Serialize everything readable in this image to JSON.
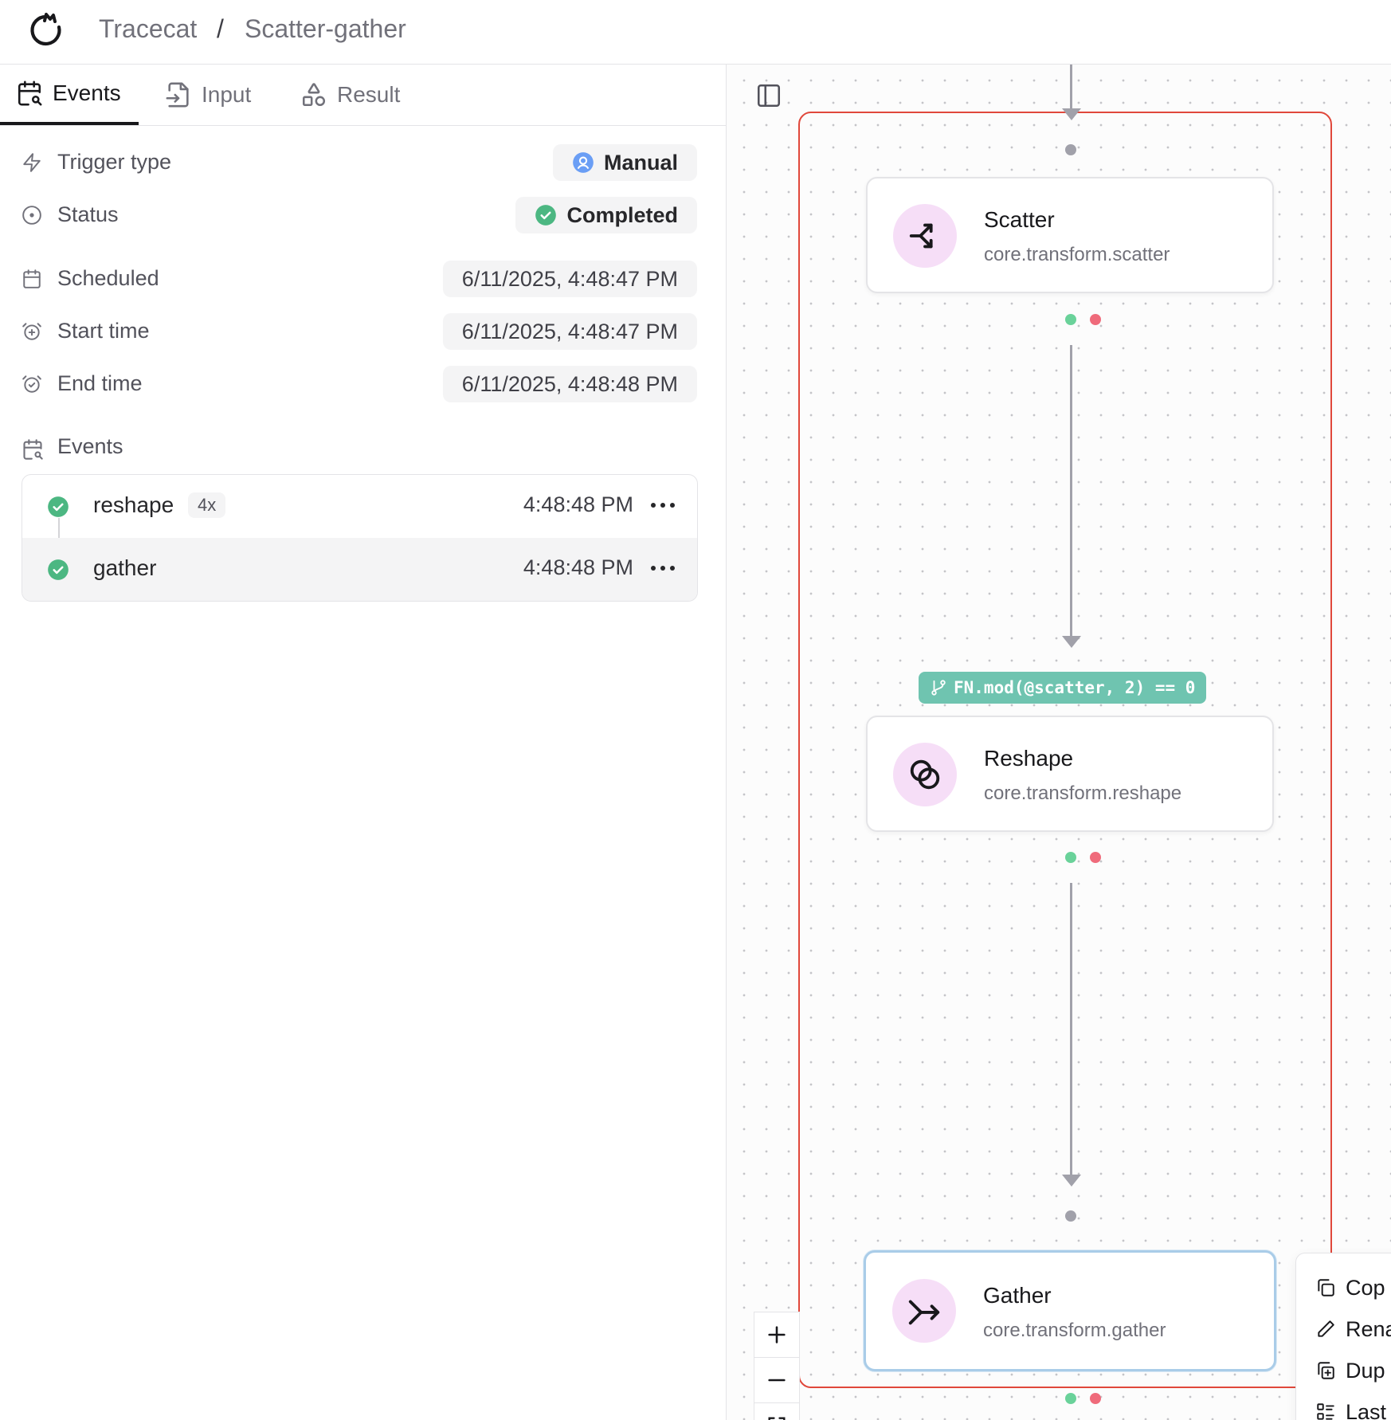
{
  "header": {
    "breadcrumb": [
      "Tracecat",
      "/",
      "Scatter-gather"
    ]
  },
  "tabs": [
    {
      "label": "Events",
      "active": true,
      "icon": "calendar-search-icon"
    },
    {
      "label": "Input",
      "active": false,
      "icon": "file-input-icon"
    },
    {
      "label": "Result",
      "active": false,
      "icon": "shapes-icon"
    }
  ],
  "properties": [
    {
      "label": "Trigger type",
      "icon": "zap-icon",
      "value": "Manual",
      "value_icon": "user-circle-icon"
    },
    {
      "label": "Status",
      "icon": "circle-dot-icon",
      "value": "Completed",
      "value_icon": "check-circle-icon"
    },
    {
      "label": "Scheduled",
      "icon": "calendar-icon",
      "value": "6/11/2025, 4:48:47 PM"
    },
    {
      "label": "Start time",
      "icon": "alarm-plus-icon",
      "value": "6/11/2025, 4:48:47 PM"
    },
    {
      "label": "End time",
      "icon": "alarm-check-icon",
      "value": "6/11/2025, 4:48:48 PM"
    }
  ],
  "events": {
    "title": "Events",
    "items": [
      {
        "name": "reshape",
        "count": "4x",
        "time": "4:48:48 PM",
        "status": "success"
      },
      {
        "name": "gather",
        "count": "",
        "time": "4:48:48 PM",
        "status": "success",
        "selected": true
      }
    ]
  },
  "canvas": {
    "nodes": [
      {
        "title": "Scatter",
        "action": "core.transform.scatter",
        "icon": "scatter-icon"
      },
      {
        "title": "Reshape",
        "action": "core.transform.reshape",
        "icon": "reshape-icon"
      },
      {
        "title": "Gather",
        "action": "core.transform.gather",
        "icon": "gather-icon",
        "selected": true
      }
    ],
    "condition": "FN.mod(@scatter, 2) == 0",
    "context_menu": [
      "Cop",
      "Rena",
      "Dup",
      "Last"
    ]
  },
  "colors": {
    "success": "#4cb782",
    "error_handle": "#ef6b7b",
    "scope_border": "#e0483b",
    "condition_bg": "#6fc4b0",
    "node_icon_bg": "#f6def7",
    "selected_node_border": "#a9cce8"
  }
}
